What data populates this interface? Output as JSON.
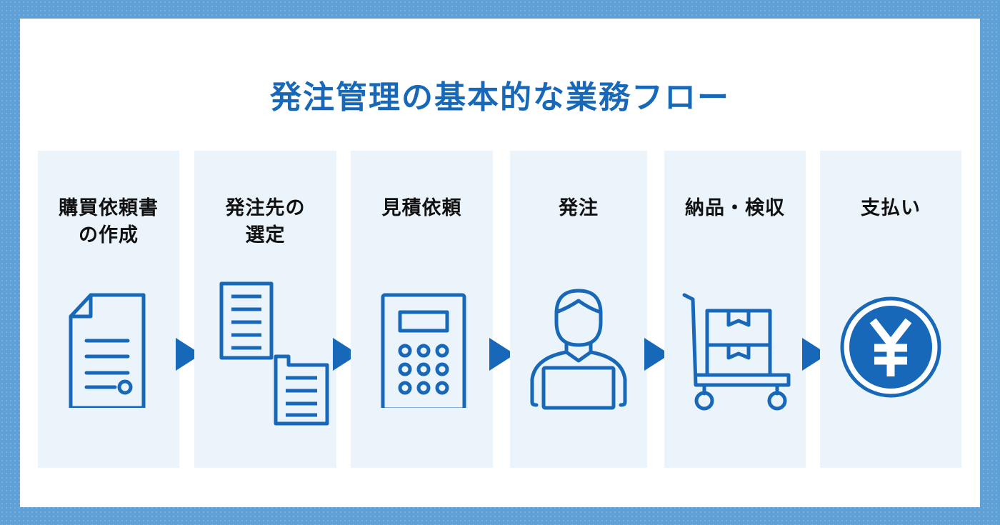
{
  "title": "発注管理の基本的な業務フロー",
  "colors": {
    "accent": "#1768b8",
    "panel": "#ebf3fb",
    "frame": "#5fa0d6"
  },
  "steps": [
    {
      "label": "購買依頼書\nの作成",
      "icon": "document-icon"
    },
    {
      "label": "発注先の\n選定",
      "icon": "buildings-icon"
    },
    {
      "label": "見積依頼",
      "icon": "calculator-icon"
    },
    {
      "label": "発注",
      "icon": "person-laptop-icon"
    },
    {
      "label": "納品・検収",
      "icon": "cart-boxes-icon"
    },
    {
      "label": "支払い",
      "icon": "yen-coin-icon"
    }
  ]
}
